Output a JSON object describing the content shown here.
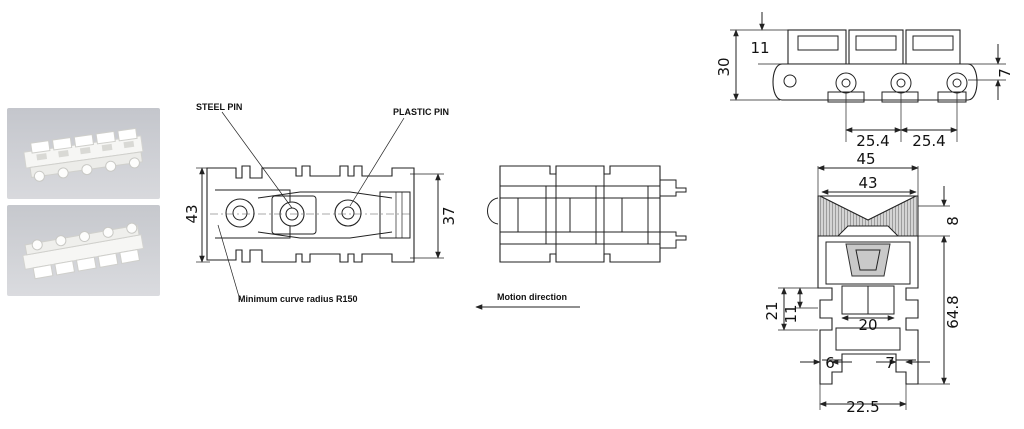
{
  "photos": {
    "top_alt": "",
    "bottom_alt": ""
  },
  "side_view": {
    "steel_pin_label": "STEEL PIN",
    "plastic_pin_label": "PLASTIC PIN",
    "min_curve_label": "Minimum curve radius  R150",
    "dim_height": "43",
    "dim_inner": "37"
  },
  "top_view": {
    "motion_label": "Motion direction"
  },
  "right_top_view": {
    "dim_11": "11",
    "dim_30": "30",
    "dim_7": "7",
    "pitch_left": "25.4",
    "pitch_right": "25.4"
  },
  "cross_section": {
    "dim_45": "45",
    "dim_43": "43",
    "dim_8": "8",
    "dim_21": "21",
    "dim_11": "11",
    "dim_20": "20",
    "dim_64_8": "64.8",
    "dim_6": "6",
    "dim_7": "7",
    "dim_22_5": "22.5"
  },
  "colors": {
    "line": "#222222",
    "photo_bg": "#c9cbd1",
    "plastic": "#f4f4f2",
    "hatch": "#bfbfbf"
  }
}
